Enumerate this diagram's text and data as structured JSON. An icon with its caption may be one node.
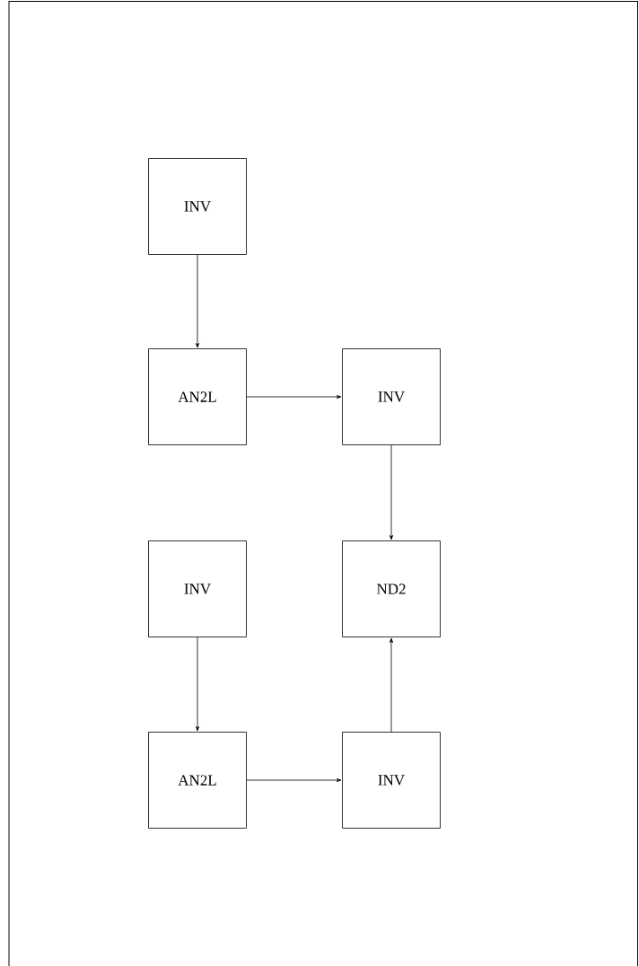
{
  "diagram": {
    "nodes": [
      {
        "text": [
          "INV"
        ]
      },
      {
        "text": [
          "AN2L"
        ]
      },
      {
        "text": [
          "INV"
        ]
      },
      {
        "text": [
          "INV"
        ]
      },
      {
        "text": [
          "ND2"
        ]
      },
      {
        "text": [
          "AN2L"
        ]
      },
      {
        "text": [
          "INV"
        ]
      }
    ],
    "edges": [
      {
        "from": 0,
        "to": 1,
        "arrow": "to"
      },
      {
        "from": 1,
        "to": 2,
        "arrow": "to"
      },
      {
        "from": 2,
        "to": 4,
        "arrow": "to"
      },
      {
        "from": 3,
        "to": 5,
        "arrow": "to"
      },
      {
        "from": 5,
        "to": 6,
        "arrow": "to"
      },
      {
        "from": 6,
        "to": 4,
        "arrow": "to"
      }
    ]
  }
}
